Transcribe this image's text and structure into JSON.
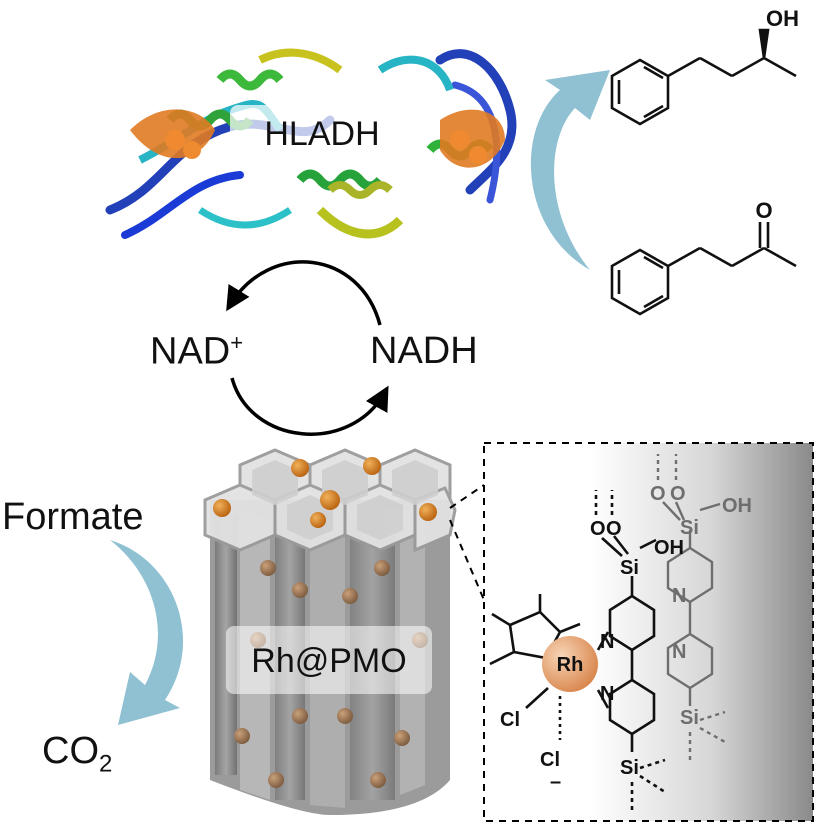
{
  "enzyme_label": "HLADH",
  "cofactor_oxidized": {
    "base": "NAD",
    "charge": "+"
  },
  "cofactor_reduced": "NADH",
  "donor_label": "Formate",
  "product_label": {
    "base": "CO",
    "subscript": "2"
  },
  "catalyst_label": "Rh@PMO",
  "atoms": {
    "hydroxyl": "OH",
    "carbonyl_oxygen": "O",
    "silicon": "Si",
    "oxygen": "O",
    "nitrogen": "N",
    "rhodium": "Rh",
    "chloride": "Cl",
    "anion_charge": "–"
  },
  "colors": {
    "arrow_blue": "#8fc1d3",
    "rhodium_sphere": "#e3a476",
    "protein_orange": "#e07a22",
    "pore_particle": "#d9821c",
    "framework_gray": "#9a9a9a"
  }
}
